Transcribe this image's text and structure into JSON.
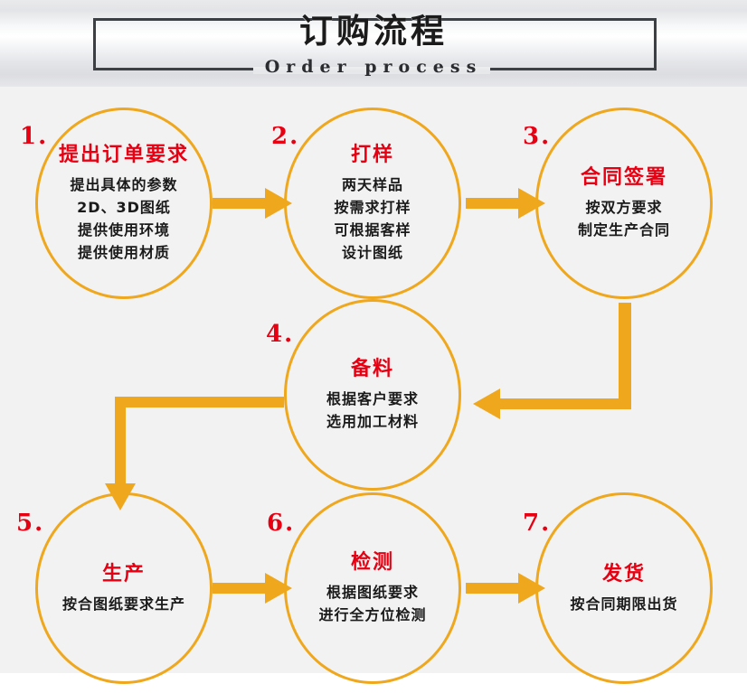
{
  "header": {
    "title_cn": "订购流程",
    "title_en": "Order process"
  },
  "colors": {
    "accent_orange": "#efa81d",
    "title_red": "#e60012",
    "body_black": "#1a1a1a",
    "border_dark": "#3c3f44",
    "background": "#f2f2f2"
  },
  "steps": [
    {
      "number": "1.",
      "title": "提出订单要求",
      "lines": [
        "提出具体的参数",
        "2D、3D图纸",
        "提供使用环境",
        "提供使用材质"
      ]
    },
    {
      "number": "2.",
      "title": "打样",
      "lines": [
        "两天样品",
        "按需求打样",
        "可根据客样",
        "设计图纸"
      ]
    },
    {
      "number": "3.",
      "title": "合同签署",
      "lines": [
        "按双方要求",
        "制定生产合同"
      ]
    },
    {
      "number": "4.",
      "title": "备料",
      "lines": [
        "根据客户要求",
        "选用加工材料"
      ]
    },
    {
      "number": "5.",
      "title": "生产",
      "lines": [
        "按合图纸要求生产"
      ]
    },
    {
      "number": "6.",
      "title": "检测",
      "lines": [
        "根据图纸要求",
        "进行全方位检测"
      ]
    },
    {
      "number": "7.",
      "title": "发货",
      "lines": [
        "按合同期限出货"
      ]
    }
  ],
  "connectors": [
    {
      "name": "step1-to-step2",
      "kind": "arrow-right"
    },
    {
      "name": "step2-to-step3",
      "kind": "arrow-right"
    },
    {
      "name": "step3-to-step4",
      "kind": "elbow-down-left"
    },
    {
      "name": "step4-to-step5",
      "kind": "elbow-left-down"
    },
    {
      "name": "step5-to-step6",
      "kind": "arrow-right"
    },
    {
      "name": "step6-to-step7",
      "kind": "arrow-right"
    }
  ]
}
